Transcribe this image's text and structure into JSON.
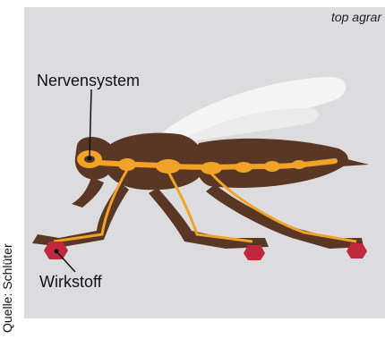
{
  "brand": "top agrar",
  "labels": {
    "nervous_system": "Nervensystem",
    "active_ingredient": "Wirkstoff"
  },
  "source": "Quelle: Schlüter",
  "colors": {
    "background": "#dcdcde",
    "body": "#5a3624",
    "nerves": "#f0a326",
    "wing": "#f4f4f4",
    "drops": "#c0283e",
    "text": "#111111"
  },
  "icons": [
    "bee-illustration",
    "wing-icon",
    "nervous-system-icon",
    "droplet-icon"
  ]
}
